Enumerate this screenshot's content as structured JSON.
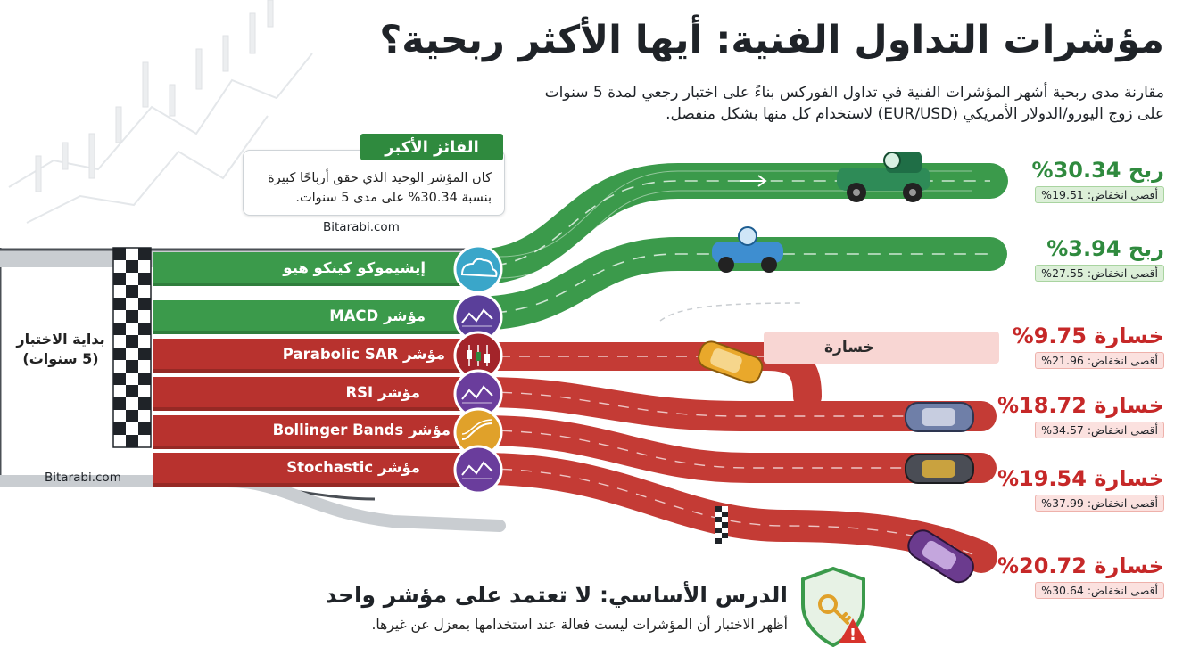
{
  "header": {
    "title": "مؤشرات التداول الفنية: أيها الأكثر ربحية؟",
    "subtitle_line1": "مقارنة مدى ربحية أشهر المؤشرات الفنية في تداول الفوركس بناءً على اختبار رجعي لمدة 5 سنوات",
    "subtitle_line2": "على زوج اليورو/الدولار الأمريكي (EUR/USD) لاستخدام كل منها بشكل منفصل."
  },
  "winner": {
    "tag": "الفائز الأكبر",
    "text_line1": "كان المؤشر الوحيد الذي حقق أرباحًا كبيرة",
    "text_line2": "بنسبة 30.34% على مدى 5 سنوات."
  },
  "watermark": "Bitarabi.com",
  "start": {
    "label": "بداية الاختبار",
    "sub": "(5 سنوات)"
  },
  "loss_zone_label": "خسارة",
  "lanes": [
    {
      "name": "إيشيموكو كينكو هيو",
      "outcome": "win",
      "result": "ربح 30.34%",
      "drawdown": "أقصى انخفاض: 19.51%",
      "color": "#3b9a4b",
      "icon": "cloud-icon",
      "icon_color": "#3aa6c9"
    },
    {
      "name": "مؤشر MACD",
      "outcome": "win",
      "result": "ربح 3.94%",
      "drawdown": "أقصى انخفاض: 27.55%",
      "color": "#3b9a4b",
      "icon": "macd-icon",
      "icon_color": "#5a3f9a"
    },
    {
      "name": "مؤشر Parabolic SAR",
      "outcome": "loss",
      "result": "خسارة 9.75%",
      "drawdown": "أقصى انخفاض: 21.96%",
      "color": "#b8322e",
      "icon": "candlestick-icon",
      "icon_color": "#a3242a"
    },
    {
      "name": "مؤشر RSI",
      "outcome": "loss",
      "result": "خسارة 18.72%",
      "drawdown": "أقصى انخفاض: 34.57%",
      "color": "#b8322e",
      "icon": "rsi-icon",
      "icon_color": "#6a3d9c"
    },
    {
      "name": "مؤشر Bollinger Bands",
      "outcome": "loss",
      "result": "خسارة 19.54%",
      "drawdown": "أقصى انخفاض: 37.99%",
      "color": "#b8322e",
      "icon": "bands-icon",
      "icon_color": "#e0a12a"
    },
    {
      "name": "مؤشر Stochastic",
      "outcome": "loss",
      "result": "خسارة 20.72%",
      "drawdown": "أقصى انخفاض: 30.64%",
      "color": "#b8322e",
      "icon": "stochastic-icon",
      "icon_color": "#6a3d9c"
    }
  ],
  "lesson": {
    "title": "الدرس الأساسي: لا تعتمد على مؤشر واحد",
    "text": "أظهر الاختبار أن المؤشرات ليست فعالة عند استخدامها بمعزل عن غيرها.",
    "icon": "shield-key-warning-icon"
  }
}
